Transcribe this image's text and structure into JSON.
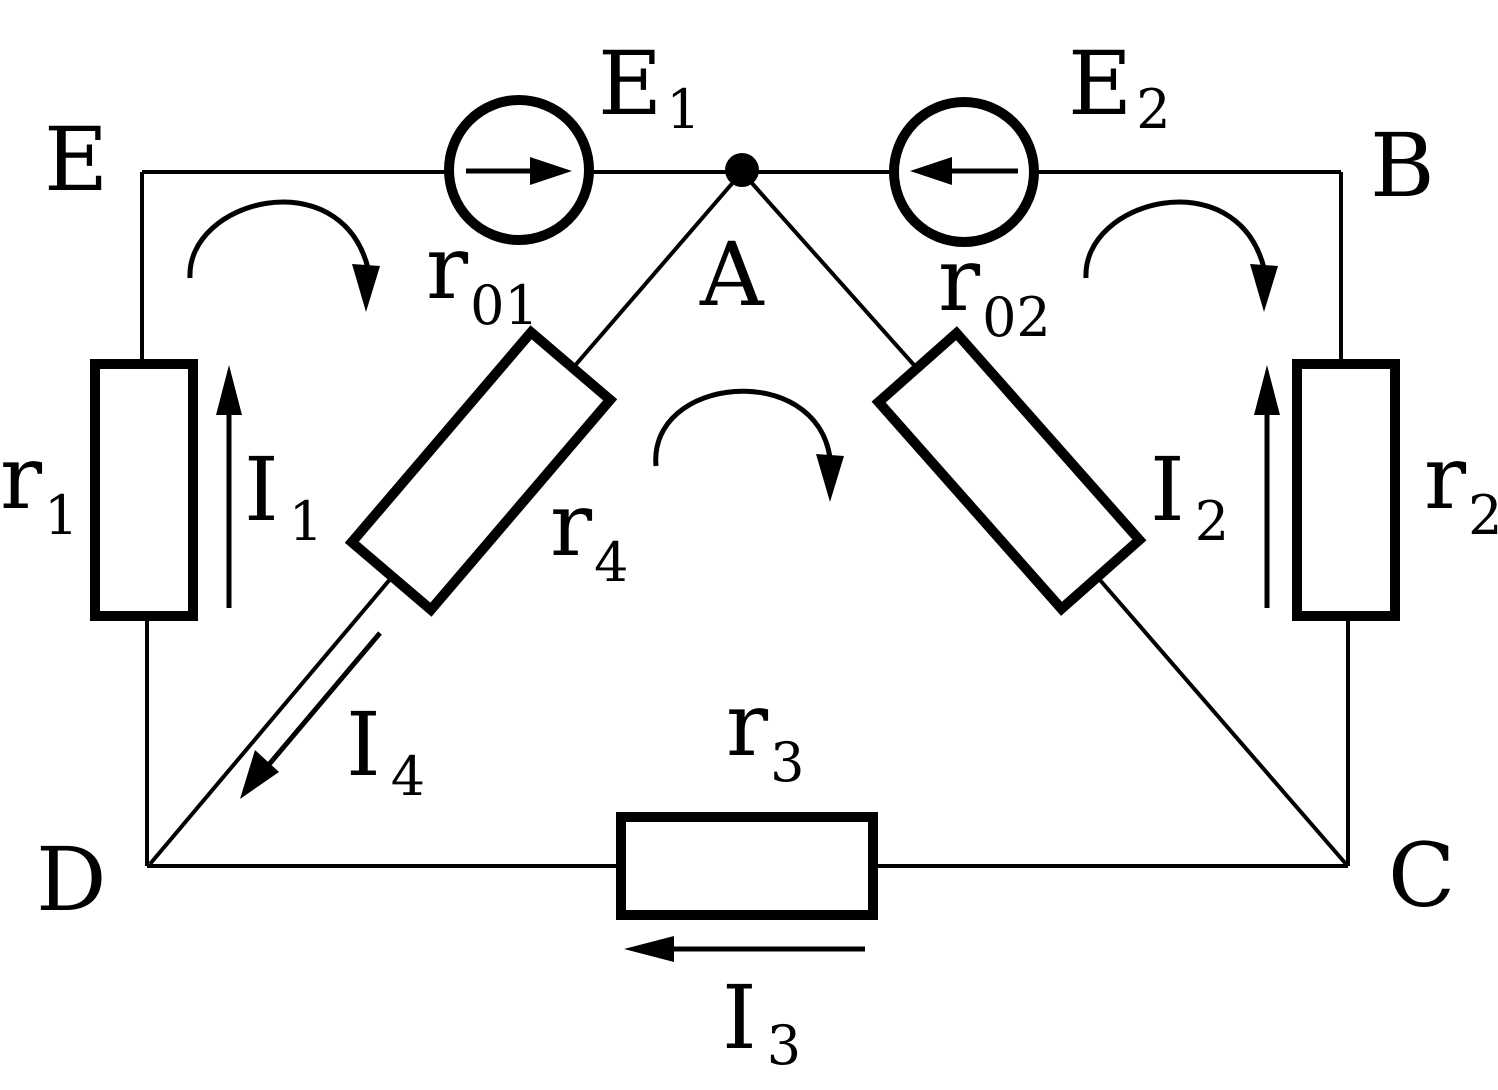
{
  "nodes": {
    "A": "A",
    "B": "B",
    "C": "C",
    "D": "D",
    "E": "E"
  },
  "sources": {
    "e1": {
      "main": "E",
      "sub": "1"
    },
    "e2": {
      "main": "E",
      "sub": "2"
    }
  },
  "resistors": {
    "r01": {
      "main": "r",
      "sub": "01"
    },
    "r02": {
      "main": "r",
      "sub": "02"
    },
    "r1": {
      "main": "r",
      "sub": "1"
    },
    "r2": {
      "main": "r",
      "sub": "2"
    },
    "r3": {
      "main": "r",
      "sub": "3"
    },
    "r4": {
      "main": "r",
      "sub": "4"
    }
  },
  "currents": {
    "i1": {
      "main": "I",
      "sub": "1"
    },
    "i2": {
      "main": "I",
      "sub": "2"
    },
    "i3": {
      "main": "I",
      "sub": "3"
    },
    "i4": {
      "main": "I",
      "sub": "4"
    }
  },
  "colors": {
    "ink": "#000000",
    "background": "#ffffff"
  }
}
